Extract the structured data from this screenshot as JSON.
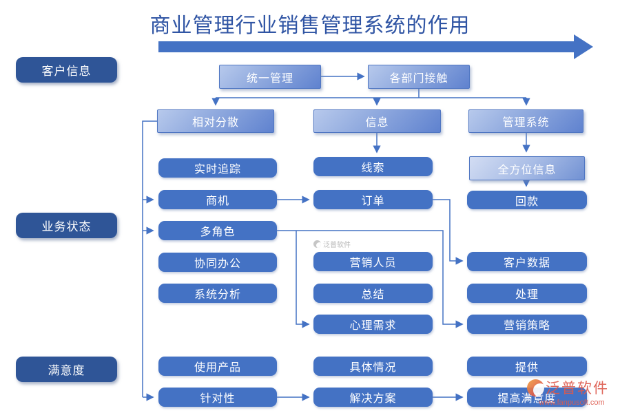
{
  "title": "商业管理行业销售管理系统的作用",
  "colors": {
    "accent_blue": "#4472C4",
    "dark_node_blue": "#2F5597",
    "gradient_node_light": "#B7C9EC",
    "gradient_node_dark": "#5F82CF",
    "title_blue": "#3055A4",
    "watermark_red": "#DD5A4D",
    "watermark_gray": "#B3B3B3"
  },
  "lanes": {
    "customer_info": "客户信息",
    "business_status": "业务状态",
    "satisfaction": "满意度"
  },
  "nodes": {
    "unified_mgmt": "统一管理",
    "dept_contact": "各部门接触",
    "dispersed": "相对分散",
    "info": "信息",
    "mgmt_system": "管理系统",
    "all_round_info": "全方位信息",
    "realtime_tracking": "实时追踪",
    "opportunity": "商机",
    "multi_role": "多角色",
    "collab_office": "协同办公",
    "system_analysis": "系统分析",
    "use_product": "使用产品",
    "targeted": "针对性",
    "leads": "线索",
    "order": "订单",
    "marketing_staff": "营销人员",
    "summary": "总结",
    "psych_needs": "心理需求",
    "specific_situation": "具体情况",
    "solution": "解决方案",
    "payment_collection": "回款",
    "customer_data": "客户数据",
    "processing": "处理",
    "marketing_strategy": "营销策略",
    "provide": "提供",
    "improve_satisfaction": "提高满意度"
  },
  "watermarks": {
    "small_brand": "泛普软件",
    "large_brand": "泛普软件",
    "large_url": "www.fanpusoft.com"
  }
}
